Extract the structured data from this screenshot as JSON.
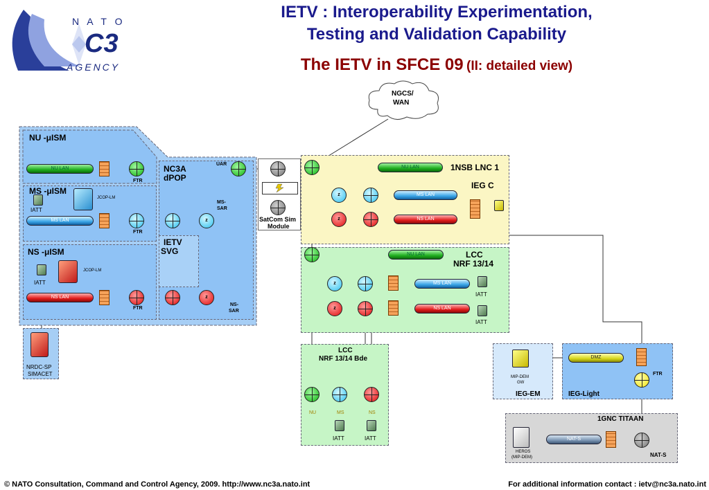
{
  "logo": {
    "line1": "N A T O",
    "line2": "C3",
    "line3": "AGENCY"
  },
  "title": {
    "line1": "IETV : Interoperability Experimentation,",
    "line2": "Testing and Validation Capability"
  },
  "subtitle": {
    "main": "The IETV in SFCE 09",
    "detail": "(II: detailed view)"
  },
  "cloud": {
    "label1": "NGCS/",
    "label2": "WAN"
  },
  "zones": {
    "nu_pism": "NU -μISM",
    "ms_pism": "MS -μISM",
    "ns_pism": "NS -μISM",
    "nc3a_dpop_1": "NC3A",
    "nc3a_dpop_2": "dPOP",
    "ietv_svg_1": "IETV",
    "ietv_svg_2": "SVG",
    "satcom_1": "SatCom Sim",
    "satcom_2": "Module",
    "nsb_lnc": "1NSB LNC 1",
    "ieg_c": "IEG C",
    "lcc_nrf_1": "LCC",
    "lcc_nrf_2": "NRF 13/14",
    "lcc_bde_1": "LCC",
    "lcc_bde_2": "NRF 13/14 Bde",
    "ieg_em": "IEG-EM",
    "ieg_light": "IEG-Light",
    "gnc": "1GNC TITAAN"
  },
  "lans": {
    "nu": "NU LAN",
    "ms": "MS LAN",
    "ns": "NS LAN",
    "dmz": "DMZ",
    "nats": "NAT-S"
  },
  "labels": {
    "ftr": "FTR",
    "uar": "UAR",
    "ms_sar_1": "MS-",
    "ms_sar_2": "SAR",
    "ns_sar_1": "NS-",
    "ns_sar_2": "SAR",
    "iatt": "IATT",
    "jcop_lm": "JCOP-LM",
    "nrdc_1": "NRDC-SP",
    "nrdc_2": "SIMACET",
    "mip_dem_1": "MIP-DEM",
    "mip_dem_2": "GW",
    "heros_1": "HEROS",
    "heros_2": "(MIP-DEM)",
    "nat_s": "NAT-S",
    "nu": "NU",
    "ms": "MS",
    "ns": "NS",
    "z": "z"
  },
  "footer": {
    "left": "© NATO Consultation, Command and Control Agency, 2009. http://www.nc3a.nato.int",
    "right": "For additional information contact :  ietv@nc3a.nato.int"
  }
}
